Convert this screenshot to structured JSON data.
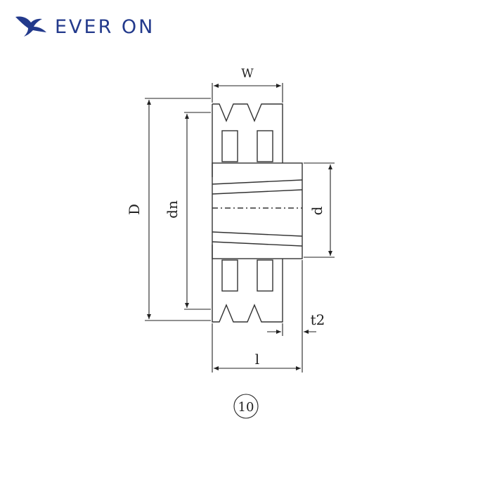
{
  "brand": {
    "name": "EVER ON",
    "logo_icon": "bird-logo-icon",
    "color": "#233a8c"
  },
  "drawing": {
    "labels": {
      "W": "W",
      "D": "D",
      "dn": "dn",
      "d": "d",
      "t2": "t2",
      "l": "l"
    },
    "figure_number": "10"
  }
}
